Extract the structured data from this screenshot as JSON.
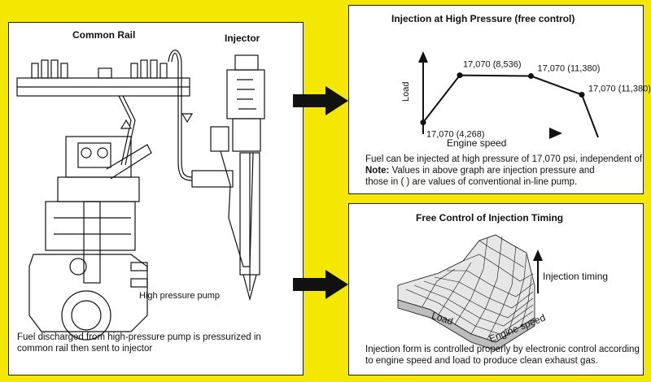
{
  "colors": {
    "background": "#f5e800",
    "panel": "#ffffff",
    "ink": "#111111"
  },
  "left": {
    "label_common_rail": "Common Rail",
    "label_injector": "Injector",
    "label_pump": "High pressure pump",
    "caption_line1": "Fuel discharged from high-pressure pump is pressurized in",
    "caption_line2": "common rail then sent to injector"
  },
  "pressure_panel": {
    "title": "Injection at High Pressure (free control)",
    "caption_line1": "Fuel can be injected at high pressure of 17,070 psi, independent of",
    "caption_note_label": "Note:",
    "caption_line2_rest": " Values in above graph are injection pressure and",
    "caption_line3": "those in ( ) are values of conventional in-line pump."
  },
  "timing_panel": {
    "title": "Free Control of Injection Timing",
    "label_timing": "Injection timing",
    "label_load": "Load",
    "label_speed": "Engine speed",
    "caption_line1": "Injection form is controlled properly by electronic control according",
    "caption_line2": "to engine speed and load to produce clean exhaust gas."
  },
  "chart_data": {
    "type": "line",
    "xlabel": "Engine speed",
    "ylabel": "Load",
    "points": [
      {
        "x": 0.0,
        "y": 0.2,
        "label": "17,070 (4,268)"
      },
      {
        "x": 0.18,
        "y": 0.83,
        "label": "17,070 (8,536)"
      },
      {
        "x": 0.53,
        "y": 0.82,
        "label": "17,070 (11,380)"
      },
      {
        "x": 0.78,
        "y": 0.57,
        "label": "17,070 (11,380)"
      },
      {
        "x": 0.86,
        "y": 0.0,
        "label": ""
      }
    ]
  }
}
